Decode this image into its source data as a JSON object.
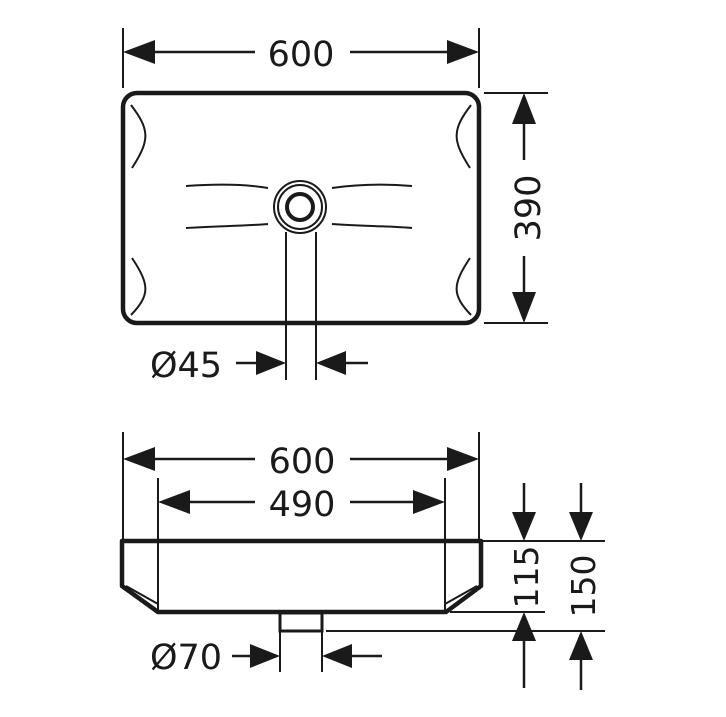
{
  "drawing": {
    "stroke_color": "#1a1a1a",
    "background_color": "#ffffff",
    "top_view": {
      "width_label": "600",
      "depth_label": "390",
      "drain_label": "Ø45"
    },
    "side_view": {
      "outer_width_label": "600",
      "inner_width_label": "490",
      "bowl_height_label": "115",
      "total_height_label": "150",
      "drain_label": "Ø70"
    }
  }
}
